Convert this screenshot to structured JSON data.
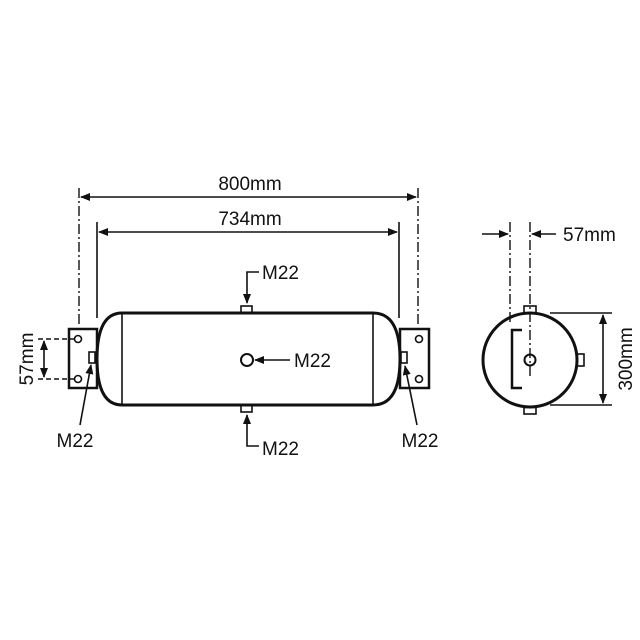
{
  "labels": {
    "overall_length": "800mm",
    "body_length": "734mm",
    "bracket_hole_spacing": "57mm",
    "side_offset": "57mm",
    "diameter": "300mm",
    "port_top": "M22",
    "port_center": "M22",
    "port_bottom": "M22",
    "port_left": "M22",
    "port_right": "M22"
  },
  "colors": {
    "line": "#111111",
    "background": "#ffffff"
  }
}
